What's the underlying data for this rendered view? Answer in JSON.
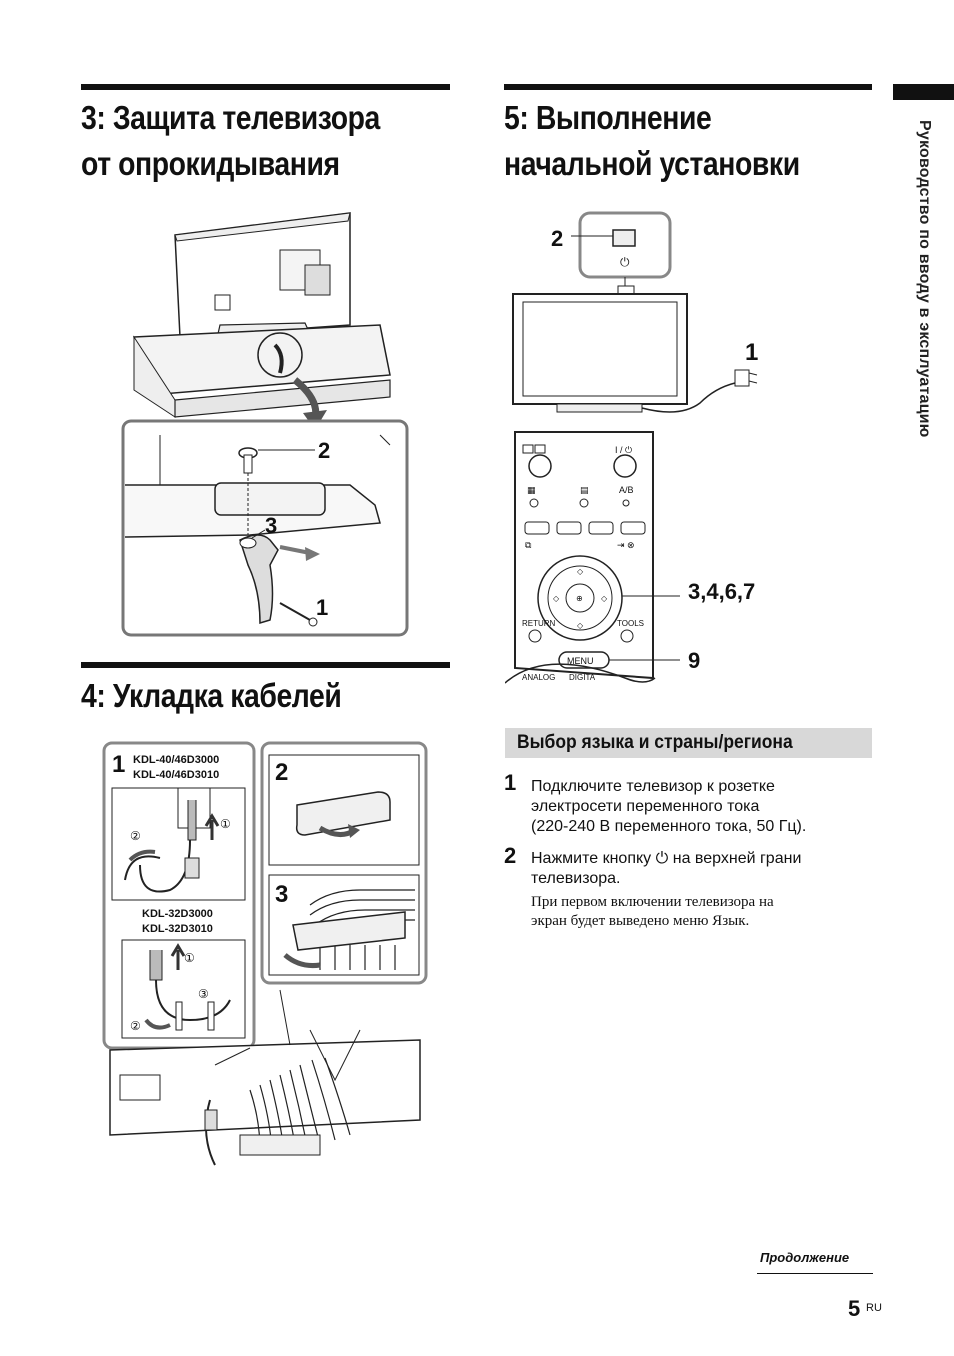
{
  "sidebar": {
    "text": "Руководство по вводу в эксплуатацию"
  },
  "section3": {
    "title_line1": "3: Защита телевизора",
    "title_line2": "от опрокидывания",
    "callout_1": "1",
    "callout_2": "2",
    "callout_3": "3"
  },
  "section4": {
    "title": "4: Укладка кабелей",
    "panel1_num": "1",
    "models_a_line1": "KDL-40/46D3000",
    "models_a_line2": "KDL-40/46D3010",
    "models_b_line1": "KDL-32D3000",
    "models_b_line2": "KDL-32D3010",
    "mark1": "①",
    "mark2": "②",
    "mark3": "③",
    "panel2_num": "2",
    "panel3_num": "3"
  },
  "section5": {
    "title_line1": "5: Выполнение",
    "title_line2": "начальной установки",
    "callout_power": "2",
    "callout_plug": "1",
    "callout_dpad": "3,4,6,7",
    "callout_menu": "9",
    "remote": {
      "io": "I / ⏻",
      "ab": "A/B",
      "return": "RETURN",
      "tools": "TOOLS",
      "menu": "MENU",
      "analog": "ANALOG",
      "digital": "DIGITA"
    },
    "subhead": "Выбор языка и страны/региона",
    "step1_num": "1",
    "step1_l1": "Подключите телевизор к розетке",
    "step1_l2": "электросети переменного тока",
    "step1_l3": "(220-240 В переменного тока, 50 Гц).",
    "step2_num": "2",
    "step2_l1_a": "Нажмите кнопку",
    "step2_l1_b": "на верхней грани",
    "step2_l2": "телевизора.",
    "note_l1": "При первом включении телевизора на",
    "note_l2": "экран будет выведено меню Язык."
  },
  "footer": {
    "continued": "Продолжение",
    "page": "5",
    "suffix": "RU"
  }
}
